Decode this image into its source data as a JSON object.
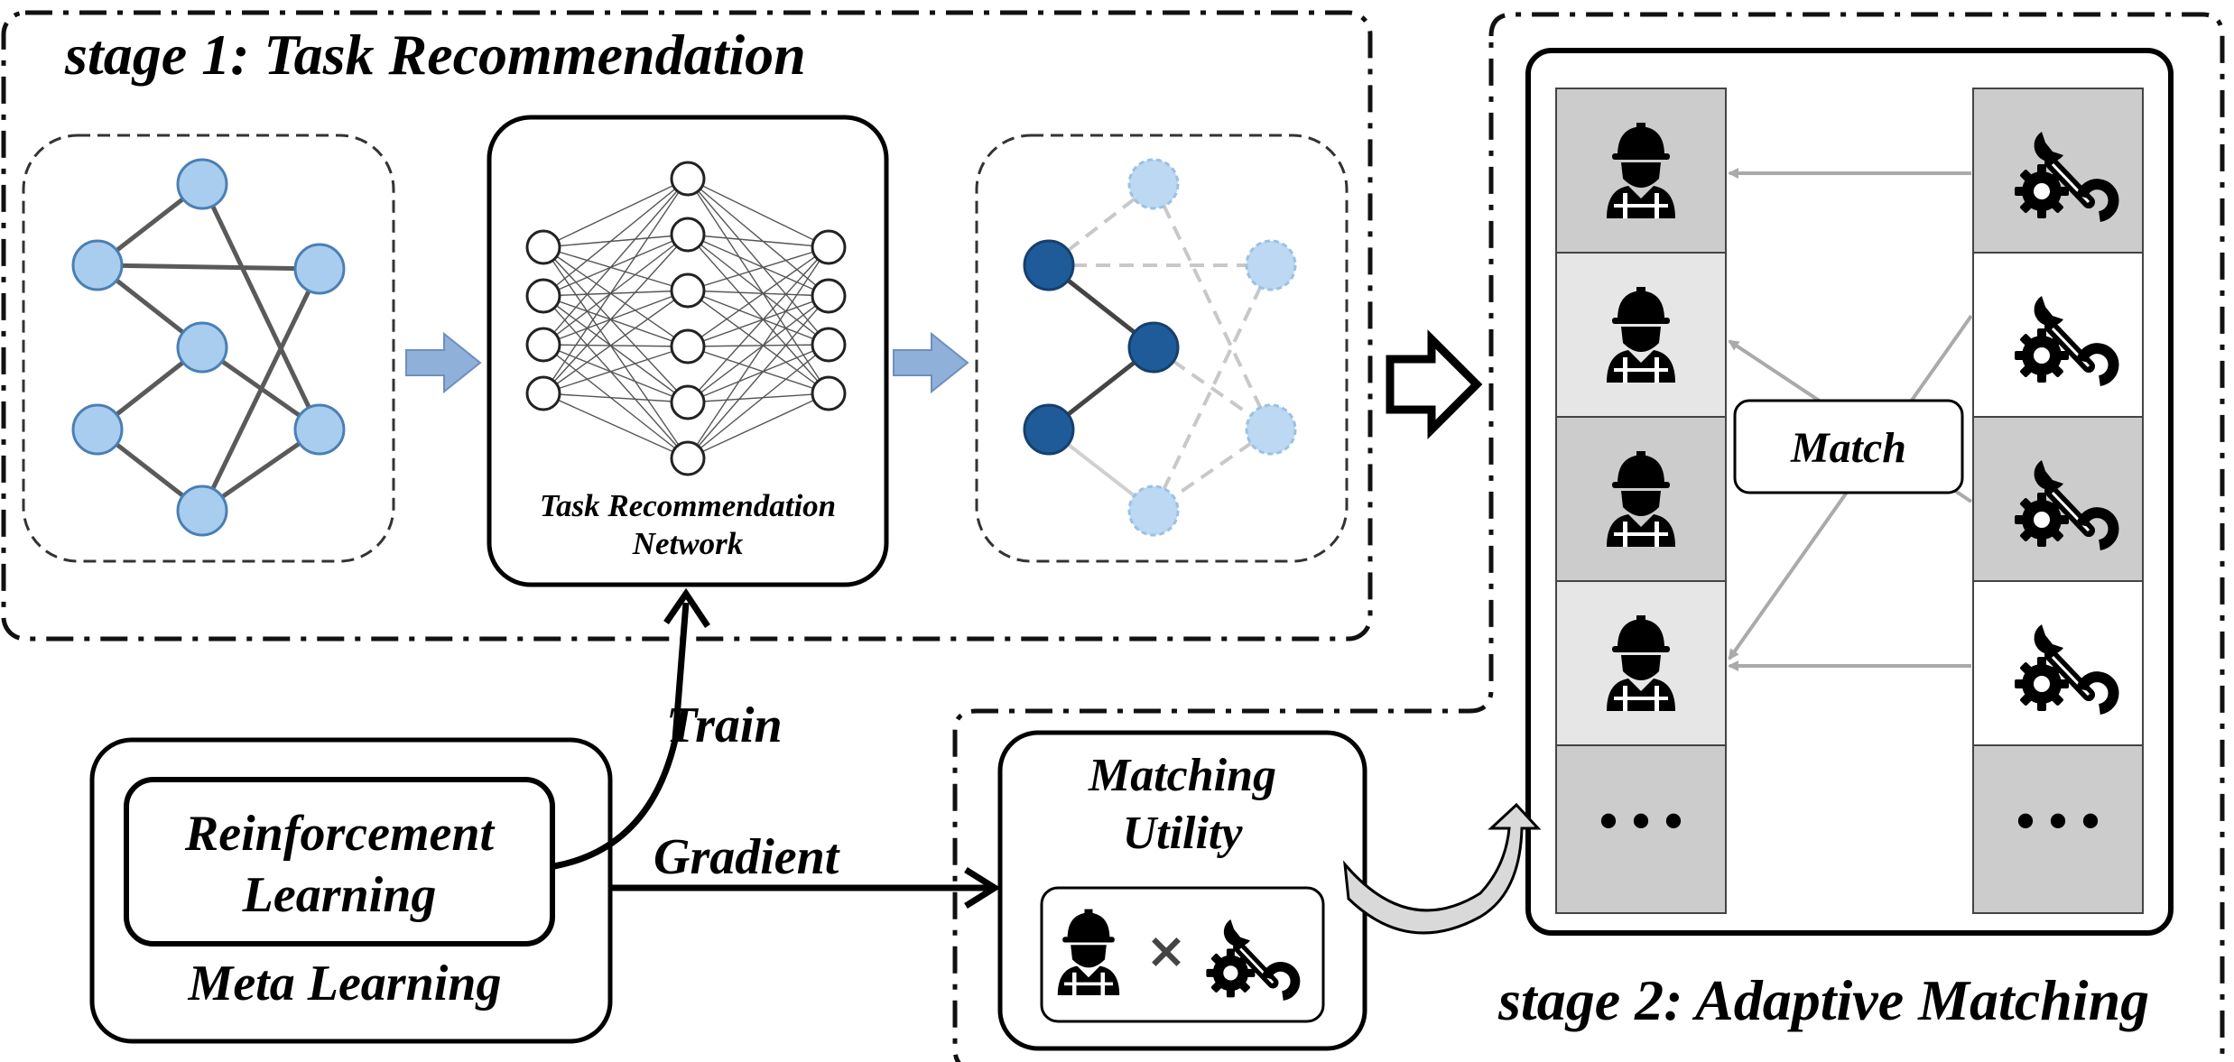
{
  "stage1": {
    "title": "stage 1: Task Recommendation"
  },
  "network": {
    "line1": "Task Recommendation",
    "line2": "Network"
  },
  "stage2": {
    "title": "stage 2:  Adaptive Matching"
  },
  "meta": {
    "inner_line1": "Reinforcement",
    "inner_line2": "Learning",
    "outer_label": "Meta Learning"
  },
  "arrows": {
    "train": "Train",
    "gradient": "Gradient"
  },
  "utility": {
    "line1": "Matching",
    "line2": "Utility",
    "operator": "×"
  },
  "matching": {
    "match_label": "Match",
    "more_left": "• • •",
    "more_right": "• • •"
  },
  "icons": [
    "worker-icon",
    "wrench-gear-icon",
    "block-arrow-right-icon",
    "curved-arrow-icon"
  ],
  "colors": {
    "node_light": "#a9cdee",
    "node_dark": "#1f5b99",
    "cell_dark": "#cccccc",
    "cell_light": "#e6e6e6",
    "flow_arrow": "#8fb0d8"
  }
}
